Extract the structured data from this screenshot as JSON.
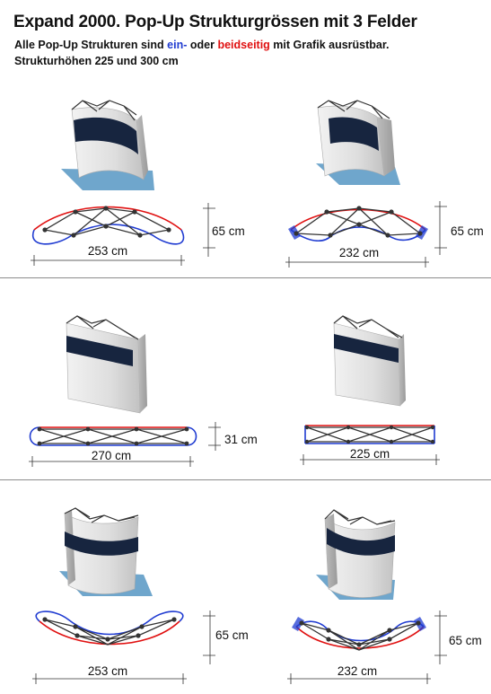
{
  "header": {
    "title": "Expand 2000. Pop-Up Strukturgrössen mit 3 Felder",
    "subtitle_prefix": "Alle Pop-Up Strukturen sind",
    "subtitle_ein": "ein-",
    "subtitle_oder": "oder",
    "subtitle_beidseitig": "beidseitig",
    "subtitle_suffix": "mit Grafik ausrüstbar.",
    "heights": "Strukturhöhen 225 und 300 cm"
  },
  "structures": [
    {
      "shape": "curved-convex",
      "ends": "round",
      "width": "253 cm",
      "depth": "65 cm"
    },
    {
      "shape": "curved-convex",
      "ends": "flat",
      "width": "232 cm",
      "depth": "65 cm"
    },
    {
      "shape": "straight",
      "ends": "round",
      "width": "270 cm",
      "depth": "31 cm"
    },
    {
      "shape": "straight",
      "ends": "flat",
      "width": "225 cm",
      "depth": ""
    },
    {
      "shape": "curved-concave",
      "ends": "round",
      "width": "253 cm",
      "depth": "65 cm"
    },
    {
      "shape": "curved-concave",
      "ends": "flat",
      "width": "232 cm",
      "depth": "65 cm"
    }
  ],
  "colors": {
    "one_sided": "#1f3bd1",
    "two_sided": "#e01010",
    "banner": "#17253f",
    "floor": "#6fa6cc"
  }
}
